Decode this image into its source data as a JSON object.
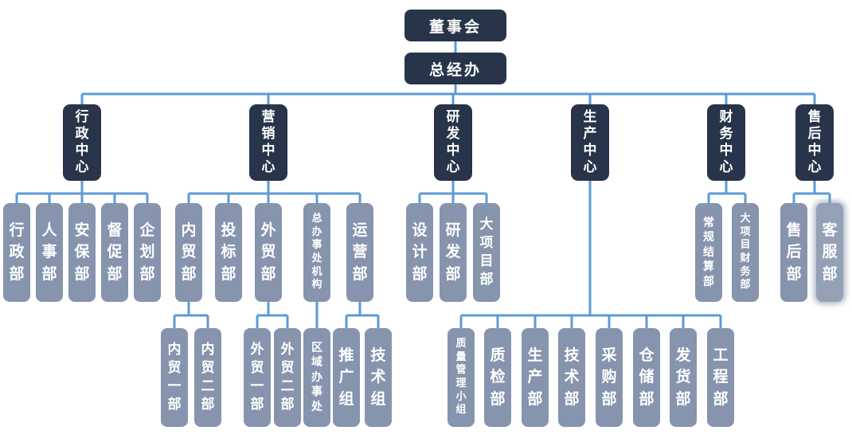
{
  "colors": {
    "dark_node": "#273449",
    "light_node": "#8694AE",
    "highlighted_node": "#93A0B6",
    "connector": "#5B9BD5",
    "background": "#FFFFFF",
    "text": "#FFFFFF"
  },
  "nodes": {
    "board": {
      "label": "董事会"
    },
    "gm": {
      "label": "总经办"
    },
    "admin_center": {
      "label": "行政中心"
    },
    "marketing_center": {
      "label": "营销中心"
    },
    "rd_center": {
      "label": "研发中心"
    },
    "production_center": {
      "label": "生产中心"
    },
    "finance_center": {
      "label": "财务中心"
    },
    "aftersales_center": {
      "label": "售后中心"
    },
    "admin_dept": {
      "label": "行政部"
    },
    "hr_dept": {
      "label": "人事部"
    },
    "security_dept": {
      "label": "安保部"
    },
    "supervision_dept": {
      "label": "督促部"
    },
    "planning_dept": {
      "label": "企划部"
    },
    "domestic_trade_dept": {
      "label": "内贸部"
    },
    "bidding_dept": {
      "label": "投标部"
    },
    "foreign_trade_dept": {
      "label": "外贸部"
    },
    "head_office_agency": {
      "label": "总办事处机构"
    },
    "operations_dept": {
      "label": "运营部"
    },
    "design_dept": {
      "label": "设计部"
    },
    "rd_dept": {
      "label": "研发部"
    },
    "major_project_dept": {
      "label": "大项目部"
    },
    "regular_settlement_dept": {
      "label": "常规结算部"
    },
    "major_project_finance_dept": {
      "label": "大项目财务部"
    },
    "aftersales_dept": {
      "label": "售后部"
    },
    "customer_service_dept": {
      "label": "客服部",
      "highlighted": true
    },
    "domestic_trade_1": {
      "label": "内贸一部"
    },
    "domestic_trade_2": {
      "label": "内贸二部"
    },
    "foreign_trade_1": {
      "label": "外贸一部"
    },
    "foreign_trade_2": {
      "label": "外贸二部"
    },
    "regional_office": {
      "label": "区域办事处"
    },
    "promotion_group": {
      "label": "推广组"
    },
    "tech_group": {
      "label": "技术组"
    },
    "quality_mgmt_group": {
      "label": "质量管理小组"
    },
    "qc_dept": {
      "label": "质检部"
    },
    "production_dept": {
      "label": "生产部"
    },
    "tech_dept": {
      "label": "技术部"
    },
    "purchasing_dept": {
      "label": "采购部"
    },
    "warehouse_dept": {
      "label": "仓储部"
    },
    "shipping_dept": {
      "label": "发货部"
    },
    "engineering_dept": {
      "label": "工程部"
    }
  },
  "hierarchy": {
    "董事会": [
      "总经办"
    ],
    "总经办": [
      "行政中心",
      "营销中心",
      "研发中心",
      "生产中心",
      "财务中心",
      "售后中心"
    ],
    "行政中心": [
      "行政部",
      "人事部",
      "安保部",
      "督促部",
      "企划部"
    ],
    "营销中心": [
      "内贸部",
      "投标部",
      "外贸部",
      "总办事处机构",
      "运营部"
    ],
    "内贸部": [
      "内贸一部",
      "内贸二部"
    ],
    "外贸部": [
      "外贸一部",
      "外贸二部"
    ],
    "总办事处机构": [
      "区域办事处"
    ],
    "运营部": [
      "推广组",
      "技术组"
    ],
    "研发中心": [
      "设计部",
      "研发部",
      "大项目部"
    ],
    "生产中心": [
      "质量管理小组",
      "质检部",
      "生产部",
      "技术部",
      "采购部",
      "仓储部",
      "发货部",
      "工程部"
    ],
    "财务中心": [
      "常规结算部",
      "大项目财务部"
    ],
    "售后中心": [
      "售后部",
      "客服部"
    ]
  }
}
